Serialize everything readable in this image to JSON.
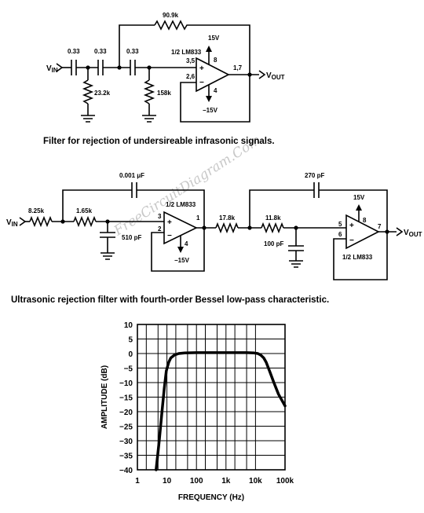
{
  "watermark": "FreeCircuitDiagram.Com",
  "circuit1": {
    "caption": "Filter for rejection of undersireable infrasonic signals.",
    "vin": "V",
    "vin_sub": "IN",
    "vout": "V",
    "vout_sub": "OUT",
    "c1": "0.33",
    "c2": "0.33",
    "c3": "0.33",
    "r_feedback": "90.9k",
    "r1": "23.2k",
    "r2": "158k",
    "opamp_label": "1/2 LM833",
    "pin_plus": "3,5",
    "pin_minus": "2,6",
    "pin_out": "1,7",
    "pin_vpos": "8",
    "pin_vneg": "4",
    "vpos": "15V",
    "vneg": "−15V",
    "plus_sign": "+",
    "minus_sign": "−"
  },
  "circuit2": {
    "caption": "Ultrasonic rejection filter with fourth-order Bessel low-pass characteristic.",
    "vin": "V",
    "vin_sub": "IN",
    "vout": "V",
    "vout_sub": "OUT",
    "r1": "8.25k",
    "r2": "1.65k",
    "c_feedback1": "0.001 μF",
    "c_shunt1": "510 pF",
    "opamp1_label": "1/2 LM833",
    "op1_pin_plus": "3",
    "op1_pin_minus": "2",
    "op1_pin_out": "1",
    "op1_pin_vneg": "4",
    "op1_vneg": "−15V",
    "r3": "17.8k",
    "r4": "11.8k",
    "c_feedback2": "270 pF",
    "c_shunt2": "100 pF",
    "opamp2_label": "1/2 LM833",
    "op2_pin_plus": "5",
    "op2_pin_minus": "6",
    "op2_pin_out": "7",
    "op2_pin_vpos": "8",
    "op2_vpos": "15V",
    "plus_sign": "+",
    "minus_sign": "−"
  },
  "chart_data": {
    "type": "line",
    "xlabel": "FREQUENCY (Hz)",
    "ylabel": "AMPLITUDE (dB)",
    "x_scale": "log",
    "xlim": [
      1,
      100000
    ],
    "ylim": [
      -40,
      10
    ],
    "x_ticks": [
      1,
      10,
      100,
      1000,
      10000,
      100000
    ],
    "x_tick_labels": [
      "1",
      "10",
      "100",
      "1k",
      "10k",
      "100k"
    ],
    "y_ticks": [
      10,
      5,
      0,
      -5,
      -10,
      -15,
      -20,
      -25,
      -30,
      -35,
      -40
    ],
    "y_tick_labels": [
      "10",
      "5",
      "0",
      "−5",
      "−10",
      "−15",
      "−20",
      "−25",
      "−30",
      "−35",
      "−40"
    ],
    "grid": true,
    "series": [
      {
        "points": [
          [
            4.3,
            -40
          ],
          [
            5.5,
            -30
          ],
          [
            6.8,
            -20
          ],
          [
            8.1,
            -12
          ],
          [
            9.5,
            -6
          ],
          [
            11.5,
            -3
          ],
          [
            13.5,
            -1.5
          ],
          [
            18,
            -0.5
          ],
          [
            25,
            0
          ],
          [
            40,
            0.2
          ],
          [
            100,
            0.3
          ],
          [
            1000,
            0.3
          ],
          [
            5000,
            0.3
          ],
          [
            9000,
            0.2
          ],
          [
            12000,
            0
          ],
          [
            15000,
            -0.5
          ],
          [
            19000,
            -1.5
          ],
          [
            23000,
            -3
          ],
          [
            30000,
            -6
          ],
          [
            42000,
            -10
          ],
          [
            60000,
            -14
          ],
          [
            100000,
            -18
          ]
        ]
      }
    ]
  }
}
